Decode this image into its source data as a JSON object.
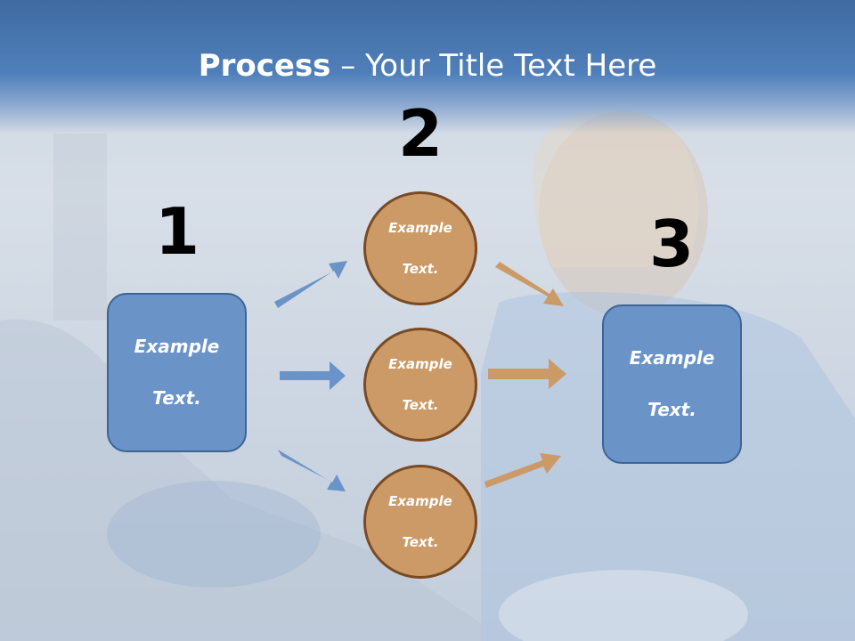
{
  "title": {
    "bold": "Process",
    "rest": " – Your Title Text Here"
  },
  "steps": {
    "one": "1",
    "two": "2",
    "three": "3"
  },
  "box_left": {
    "line1": "Example",
    "line2": "Text."
  },
  "box_right": {
    "line1": "Example",
    "line2": "Text."
  },
  "circle_top": {
    "line1": "Example",
    "line2": "Text."
  },
  "circle_mid": {
    "line1": "Example",
    "line2": "Text."
  },
  "circle_bot": {
    "line1": "Example",
    "line2": "Text."
  },
  "colors": {
    "blue": "#6a93c8",
    "orange": "#cc9a66",
    "header": "#4f7fba"
  }
}
